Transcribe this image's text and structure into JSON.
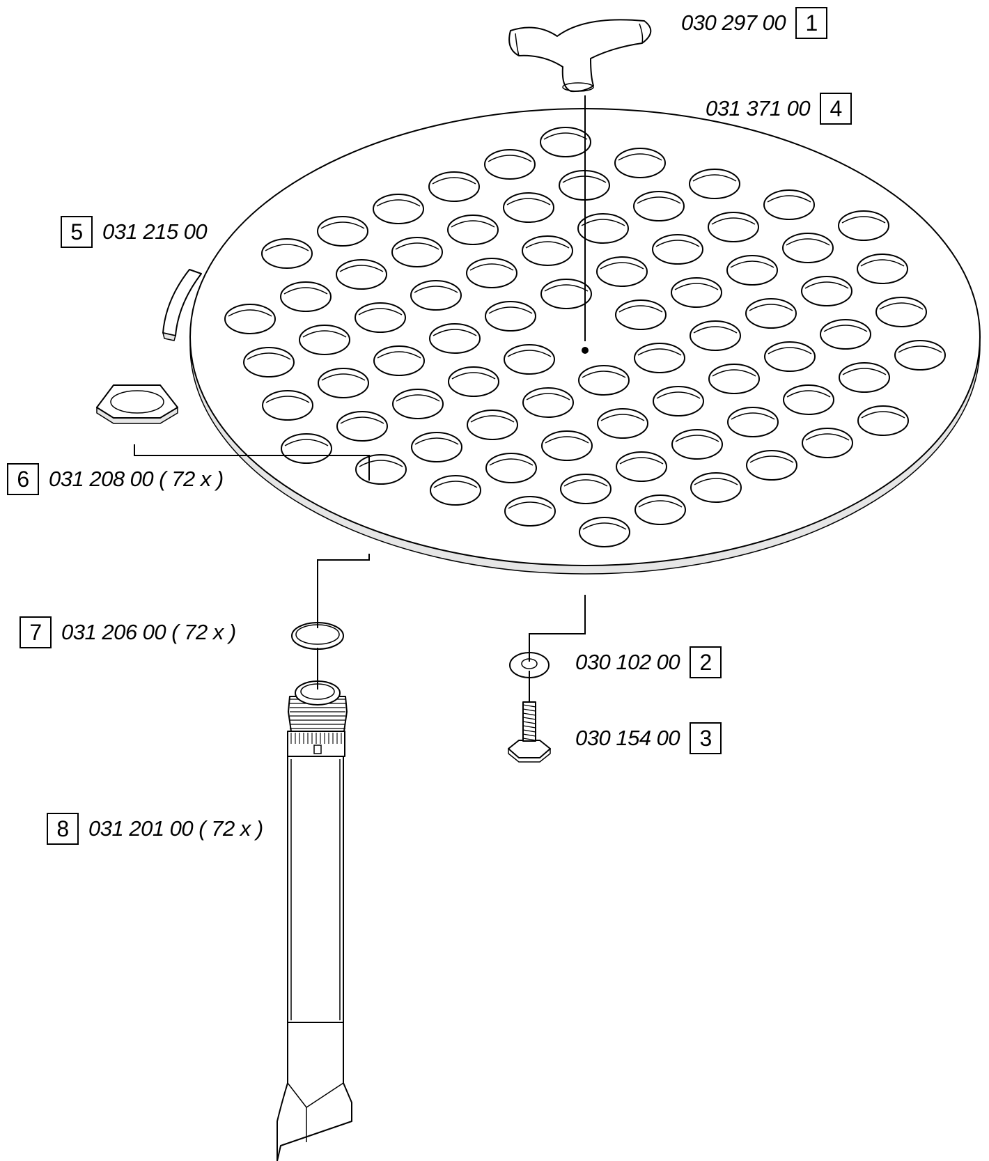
{
  "parts": [
    {
      "number": "1",
      "part_no": "030 297 00"
    },
    {
      "number": "2",
      "part_no": "030 102 00"
    },
    {
      "number": "3",
      "part_no": "030 154 00"
    },
    {
      "number": "4",
      "part_no": "031 371 00"
    },
    {
      "number": "5",
      "part_no": "031 215 00"
    },
    {
      "number": "6",
      "part_no": "031 208 00 ( 72 x )"
    },
    {
      "number": "7",
      "part_no": "031 206 00 ( 72 x )"
    },
    {
      "number": "8",
      "part_no": "031 201 00 ( 72 x )"
    }
  ],
  "colors": {
    "line": "#000000",
    "background": "#ffffff"
  }
}
